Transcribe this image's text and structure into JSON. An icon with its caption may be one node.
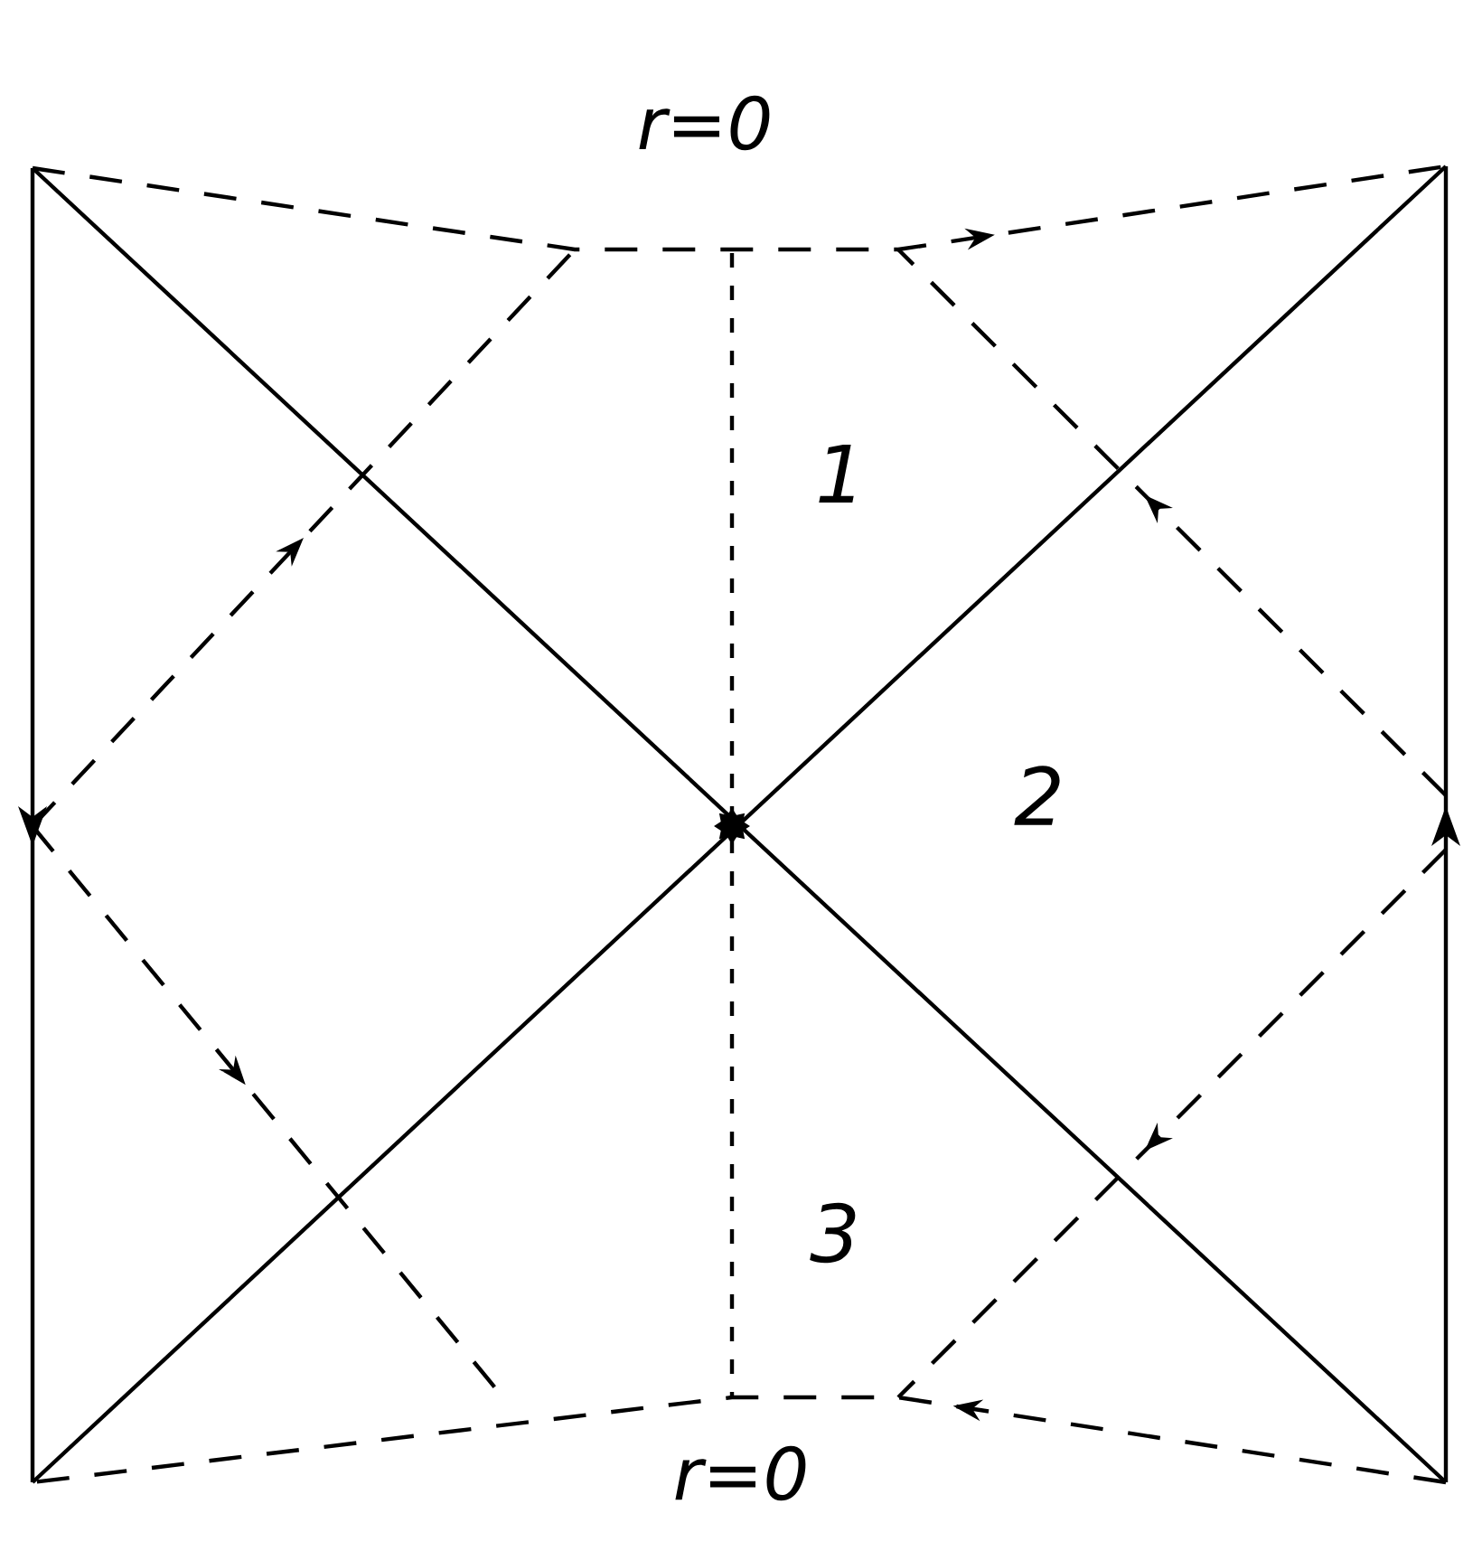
{
  "diagram": {
    "labels": [
      "r=0",
      "1",
      "2",
      "3",
      "r=0"
    ]
  }
}
